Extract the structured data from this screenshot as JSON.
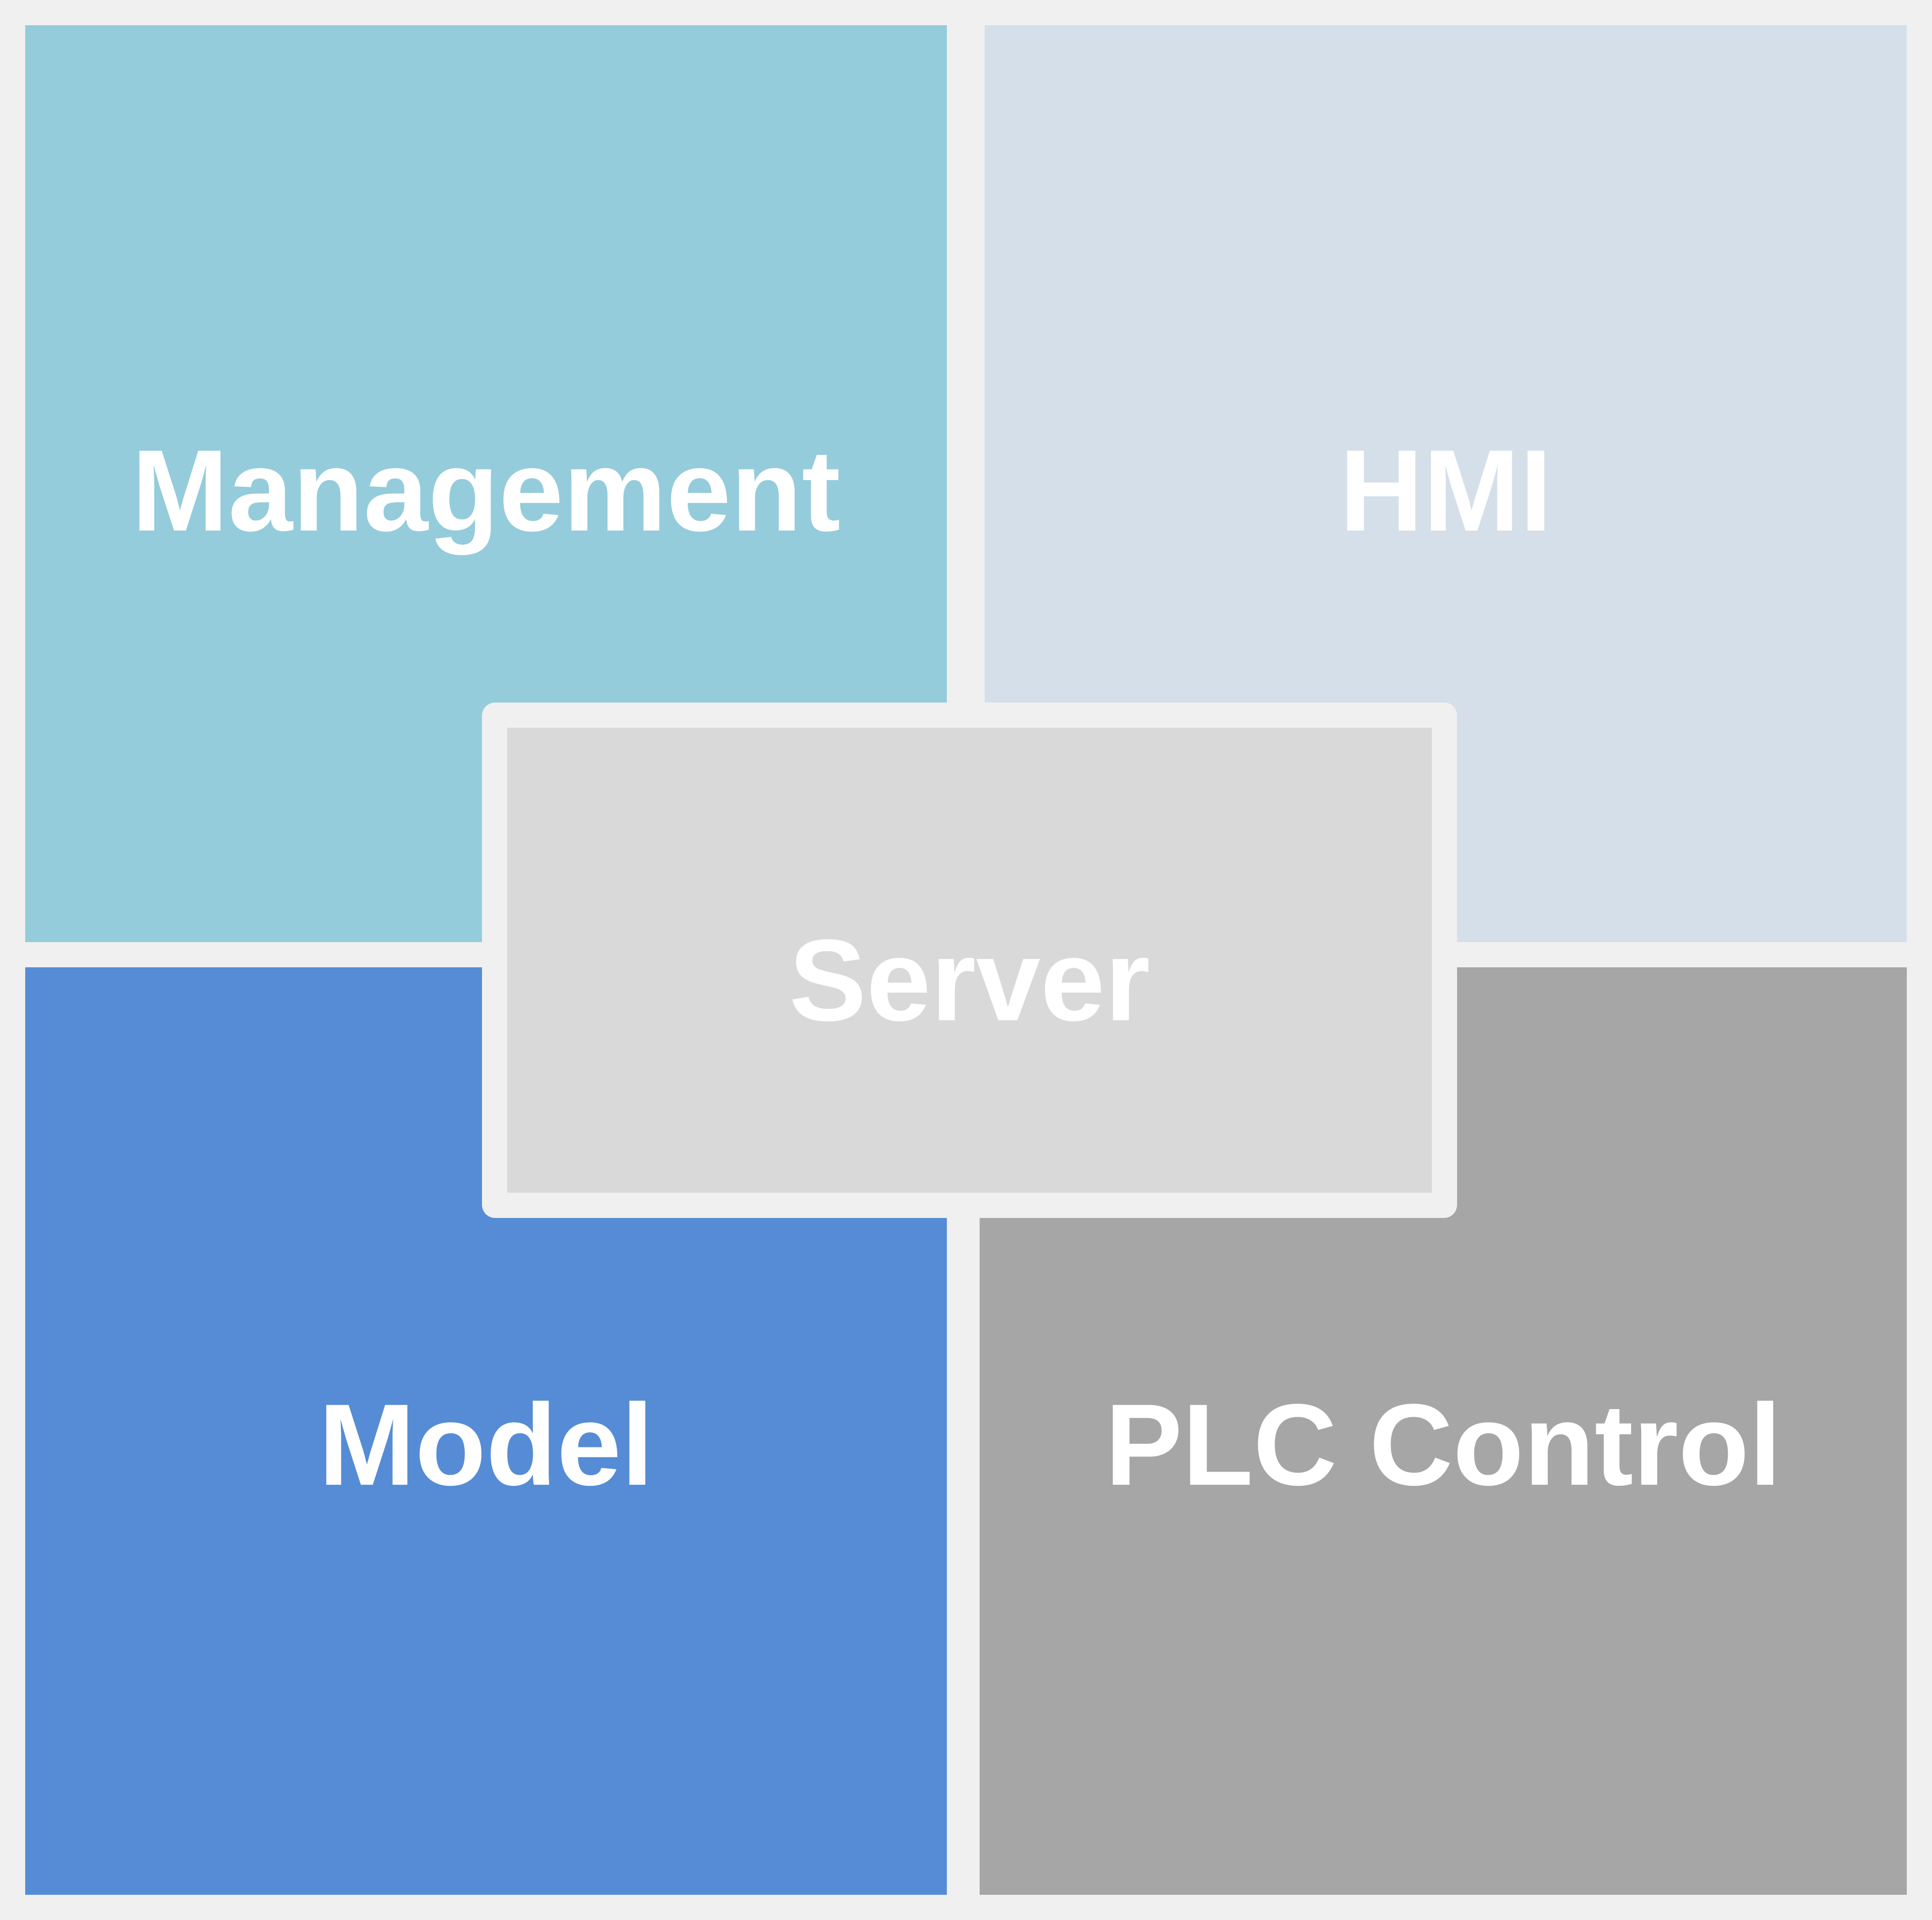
{
  "diagram": {
    "blocks": [
      {
        "id": "management",
        "label": "Management",
        "color": "#94ccdb"
      },
      {
        "id": "hmi",
        "label": "HMI",
        "color": "#d5dfea"
      },
      {
        "id": "model",
        "label": "Model",
        "color": "#568cd5"
      },
      {
        "id": "plc",
        "label": "PLC Control",
        "color": "#a6a6a6"
      },
      {
        "id": "server",
        "label": "Server",
        "color": "#d9d9d9"
      }
    ],
    "border_color": "#f0f0f0",
    "text_color": "#ffffff"
  }
}
